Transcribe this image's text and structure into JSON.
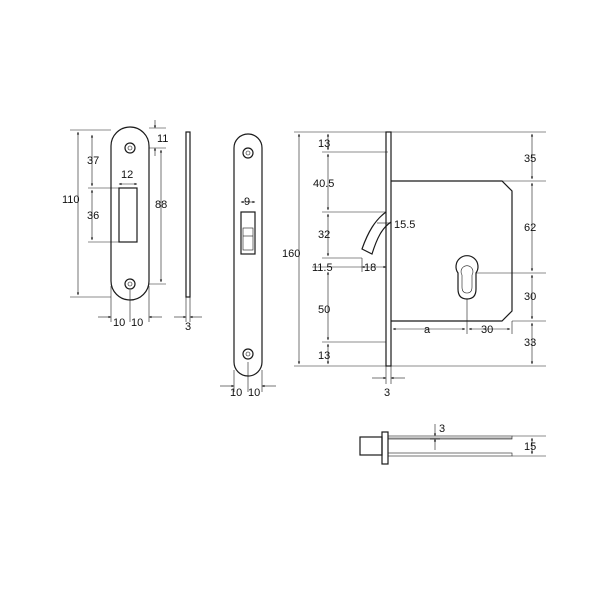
{
  "colors": {
    "line": "#1a1a1a",
    "background": "#ffffff"
  },
  "strike_plate": {
    "dims": {
      "total_height": "110",
      "top_offset": "37",
      "slot_height": "36",
      "slot_width": "12",
      "top_margin": "11",
      "hole_spacing": "88",
      "half_width_left": "10",
      "half_width_right": "10",
      "thickness": "3"
    }
  },
  "forend": {
    "dims": {
      "bolt_width": "9",
      "half_width_left": "10",
      "half_width_right": "10"
    }
  },
  "lock_body": {
    "dims": {
      "overall_height": "160",
      "top_to_hook": "13",
      "hook_offset": "40.5",
      "hook_height": "32",
      "hook_throw": "15.5",
      "hook_gap": "11.5",
      "forend_to_body": "18",
      "hook_to_bottom": "50",
      "bottom_margin": "13",
      "forend_thickness": "3",
      "case_top": "35",
      "case_to_cylinder": "62",
      "cylinder_depth": "30",
      "case_bottom": "33",
      "backset_label": "a",
      "cylinder_offset": "30"
    }
  },
  "bolt_view": {
    "dims": {
      "offset": "3",
      "height": "15"
    }
  }
}
